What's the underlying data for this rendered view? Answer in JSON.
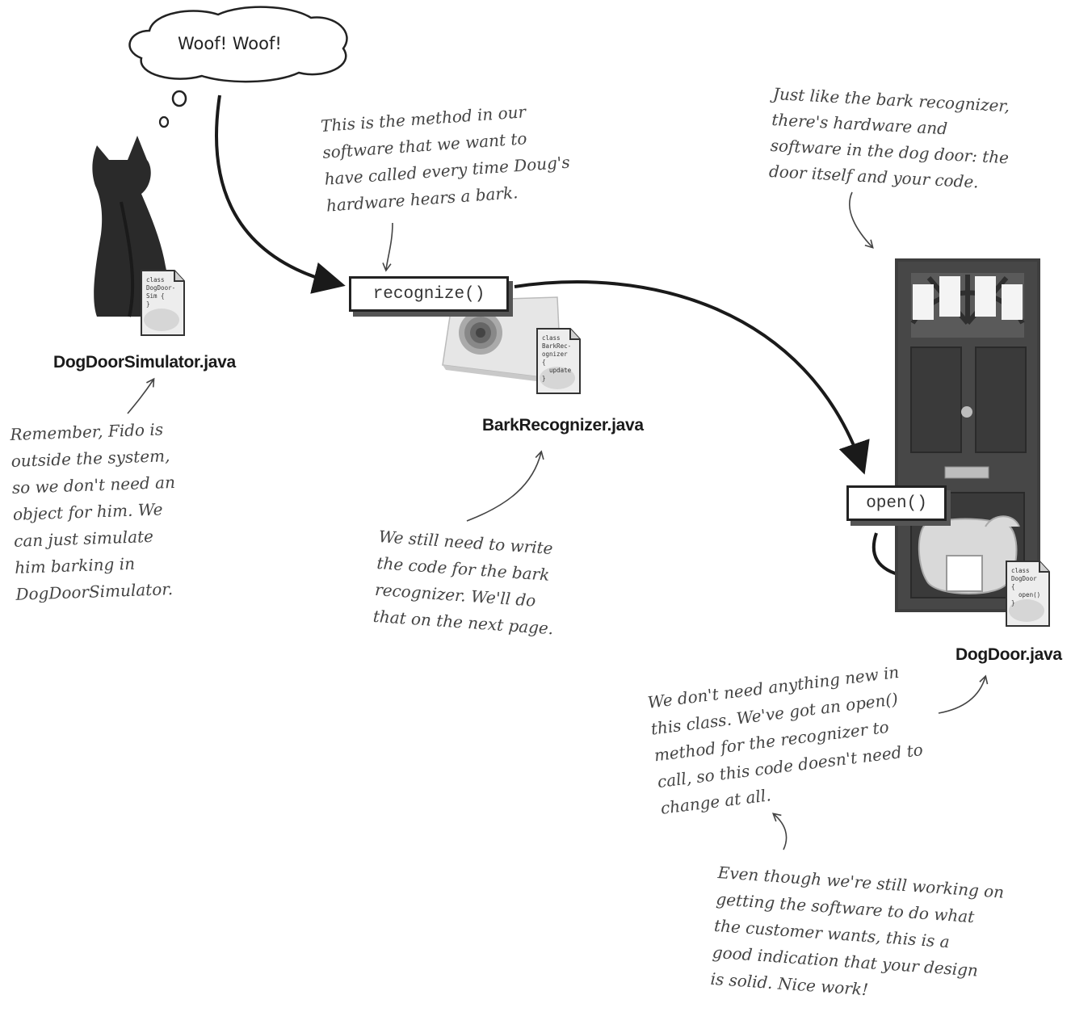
{
  "speech_bubble": {
    "text": "Woof! Woof!"
  },
  "methods": {
    "recognize": "recognize()",
    "open": "open()"
  },
  "classes": {
    "simulator": {
      "label": "DogDoorSimulator.java",
      "file_text": "class\nDogDoor-\nSim {\n}"
    },
    "recognizer": {
      "label": "BarkRecognizer.java",
      "file_text": "class\nBarkRec-\nognizer\n{\n  update\n}"
    },
    "door": {
      "label": "DogDoor.java",
      "file_text": "class\nDogDoor\n{\n  open()\n}"
    }
  },
  "notes": {
    "method_note": "This is the method in our\nsoftware that we want to\nhave called every time Doug's\nhardware hears a bark.",
    "door_note": "Just like the bark recognizer,\nthere's hardware and\nsoftware in the dog door: the\ndoor itself and your code.",
    "fido_note": "Remember, Fido is\noutside the system,\nso we don't need an\nobject for him. We\ncan just simulate\nhim barking in\nDogDoorSimulator.",
    "recognizer_note": "We still need to write\nthe code for the bark\nrecognizer. We'll do\nthat on the next page.",
    "open_note": "We don't need anything new in\nthis class. We've got an open()\nmethod for the recognizer to\ncall, so this code doesn't need to\nchange at all.",
    "design_note": "Even though we're still working on\ngetting the software to do what\nthe customer wants, this is a\ngood indication that your design\nis solid. Nice work!"
  }
}
